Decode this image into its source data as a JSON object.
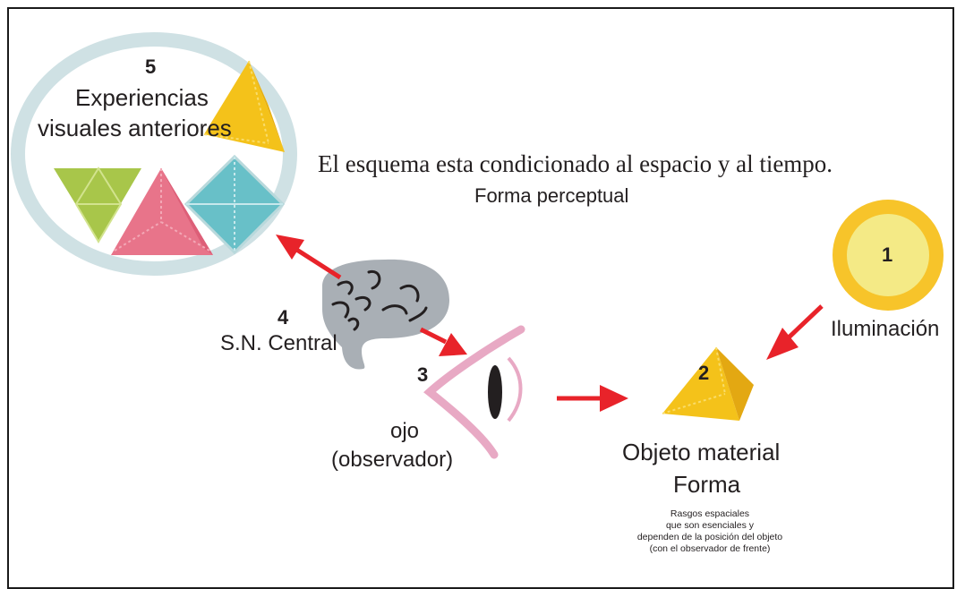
{
  "nodes": {
    "experiences": {
      "number": "5",
      "line1": "Experiencias",
      "line2": "visuales anteriores"
    },
    "cns": {
      "number": "4",
      "label": "S.N. Central"
    },
    "eye": {
      "number": "3",
      "line1": "ojo",
      "line2": "(observador)"
    },
    "object": {
      "number": "2",
      "line1": "Objeto material",
      "line2": "Forma"
    },
    "light": {
      "number": "1",
      "label": "Iluminación"
    }
  },
  "schema_note": "El esquema  esta condicionado al espacio y al tiempo.",
  "perceptual_form": "Forma perceptual",
  "object_note": {
    "lines": [
      "Rasgos espaciales",
      "que son esenciales y",
      "dependen de la posición del objeto",
      "(con el observador de frente)"
    ]
  },
  "colors": {
    "ring": "#cfe1e4",
    "pyramid_yellow": "#f4c21a",
    "pyramid_green": "#a8c64a",
    "pyramid_pink": "#e8748a",
    "pyramid_teal": "#68c0c8",
    "sun_outer": "#f7c42a",
    "sun_inner": "#f4ea86",
    "brain": "#a9afb5",
    "eye_outline": "#e8a9c4",
    "arrow": "#e8232a"
  }
}
